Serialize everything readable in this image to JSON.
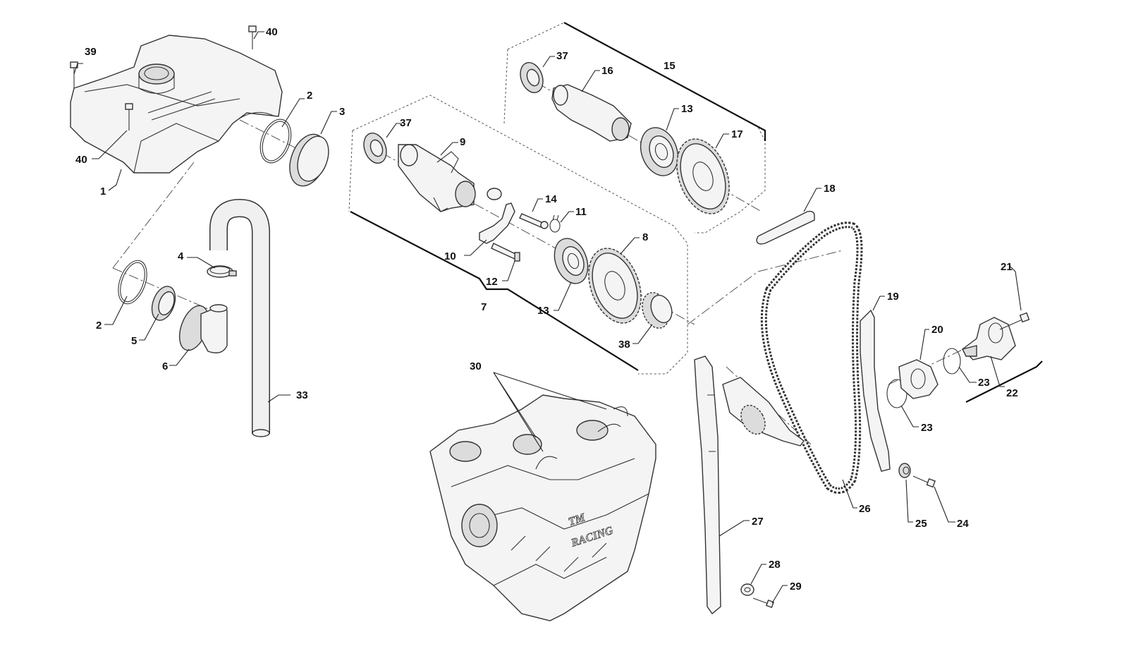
{
  "callouts": {
    "c1": "1",
    "c2a": "2",
    "c2b": "2",
    "c3": "3",
    "c4": "4",
    "c5": "5",
    "c6": "6",
    "c7": "7",
    "c8": "8",
    "c9": "9",
    "c10": "10",
    "c11": "11",
    "c12": "12",
    "c13a": "13",
    "c13b": "13",
    "c14": "14",
    "c15": "15",
    "c16": "16",
    "c17": "17",
    "c18": "18",
    "c19": "19",
    "c20": "20",
    "c21": "21",
    "c22": "22",
    "c23a": "23",
    "c23b": "23",
    "c24": "24",
    "c25": "25",
    "c26": "26",
    "c27": "27",
    "c28": "28",
    "c29": "29",
    "c30": "30",
    "c33": "33",
    "c37a": "37",
    "c37b": "37",
    "c38": "38",
    "c39": "39",
    "c40a": "40",
    "c40b": "40"
  },
  "logo": {
    "brand": "TM",
    "text": "RACING"
  }
}
